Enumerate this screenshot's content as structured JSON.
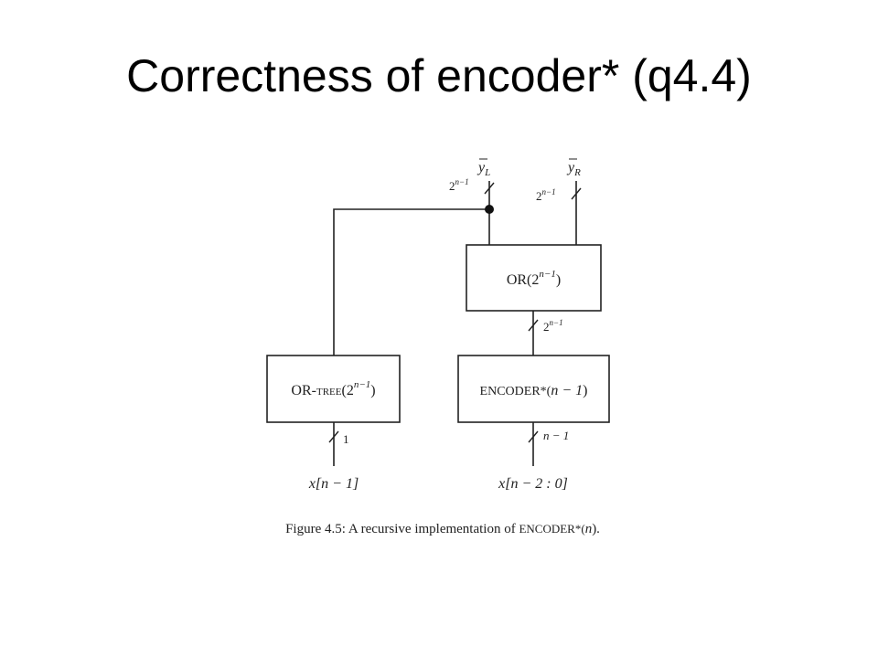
{
  "slide": {
    "title": "Correctness of encoder* (q4.4)"
  },
  "diagram": {
    "outputs": {
      "left": {
        "name": "y",
        "subscript": "L",
        "width": "2",
        "width_exp": "n−1"
      },
      "right": {
        "name": "y",
        "subscript": "R",
        "width": "2",
        "width_exp": "n−1"
      }
    },
    "blocks": {
      "or": {
        "prefix": "OR(",
        "base": "2",
        "exp": "n−1",
        "suffix": ")"
      },
      "or_tree": {
        "prefix": "OR-tree(",
        "base": "2",
        "exp": "n−1",
        "suffix": ")"
      },
      "encoder": {
        "prefix": "ENCODER*(",
        "arg": "n − 1",
        "suffix": ")"
      }
    },
    "buses": {
      "or_to_encoder": {
        "base": "2",
        "exp": "n−1"
      },
      "or_tree_in": "1",
      "encoder_in": "n − 1"
    },
    "inputs": {
      "left": "x[n − 1]",
      "right": "x[n − 2 : 0]"
    },
    "caption": {
      "label": "Figure 4.5:",
      "text": "A recursive implementation of",
      "name": "ENCODER*(",
      "arg": "n",
      "suffix": ")."
    }
  }
}
